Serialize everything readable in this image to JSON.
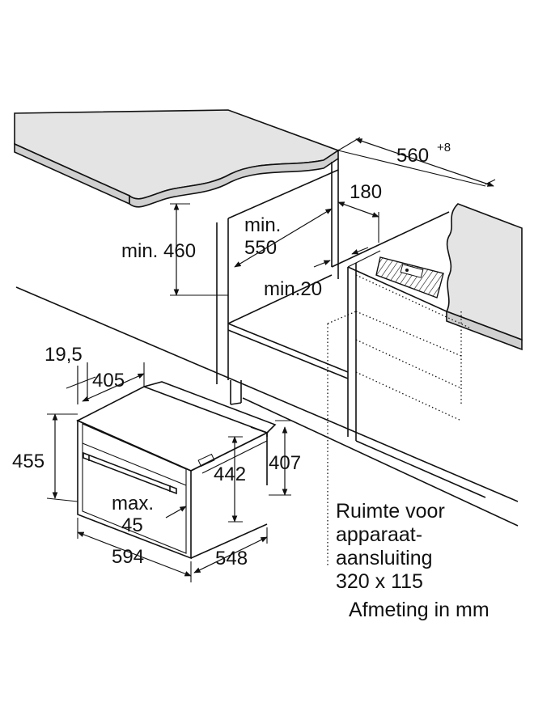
{
  "labels": {
    "width_cutout": "560",
    "width_cutout_tolerance": "+8",
    "depth_180": "180",
    "min_460": "min. 460",
    "min_550_line1": "min.",
    "min_550_line2": "550",
    "min_20": "min.20",
    "dim_19_5": "19,5",
    "dim_405": "405",
    "dim_455": "455",
    "dim_442": "442",
    "dim_407": "407",
    "max_45_line1": "max.",
    "max_45_line2": "45",
    "dim_594": "594",
    "dim_548": "548"
  },
  "notes": {
    "line1": "Ruimte voor",
    "line2": "apparaat-",
    "line3": "aansluiting",
    "line4": "320 x 115",
    "unit": "Afmeting in mm"
  }
}
